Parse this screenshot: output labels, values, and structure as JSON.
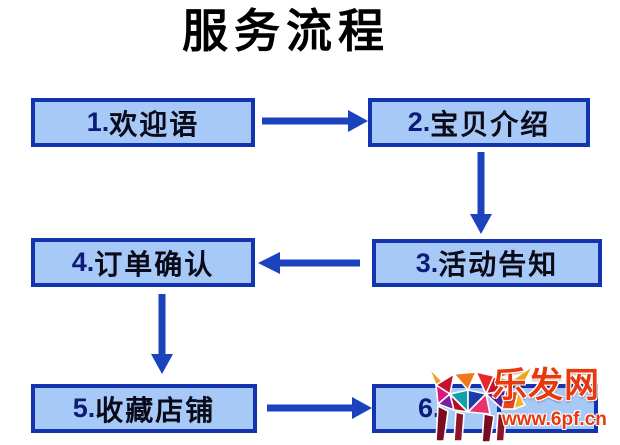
{
  "title": "服务流程",
  "flow": {
    "boxes": [
      {
        "number": "1.",
        "label": "欢迎语"
      },
      {
        "number": "2.",
        "label": "宝贝介绍"
      },
      {
        "number": "3.",
        "label": "活动告知"
      },
      {
        "number": "4.",
        "label": "订单确认"
      },
      {
        "number": "5.",
        "label": "收藏店铺"
      },
      {
        "number": "6.",
        "label": "",
        "note": "label obscured by watermark"
      }
    ],
    "arrows": [
      {
        "from": 1,
        "to": 2,
        "direction": "right"
      },
      {
        "from": 2,
        "to": 3,
        "direction": "down"
      },
      {
        "from": 3,
        "to": 4,
        "direction": "left"
      },
      {
        "from": 4,
        "to": 5,
        "direction": "down"
      },
      {
        "from": 5,
        "to": 6,
        "direction": "right"
      }
    ]
  },
  "watermark": {
    "brand": "乐发网",
    "url": "www.6pf.cn",
    "logo": "low-poly-bull"
  },
  "colors": {
    "box_fill": "#a6c9f7",
    "box_border": "#1433ae",
    "arrow": "#1a43bd",
    "title_text": "#000000",
    "watermark_red": "#e8380d"
  }
}
